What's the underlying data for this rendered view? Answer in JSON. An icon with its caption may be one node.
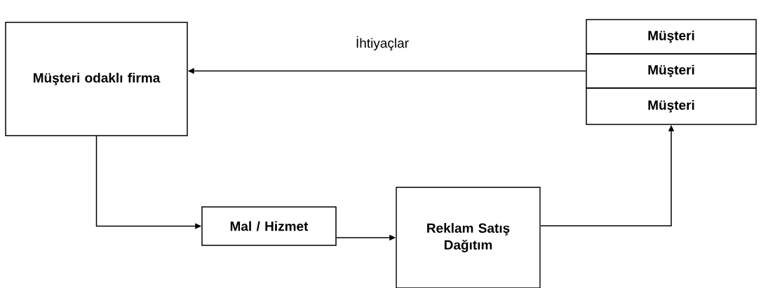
{
  "diagram": {
    "nodes": [
      {
        "text": [
          "Müşteri odaklı firma"
        ]
      },
      {
        "text": [
          "Müşteri"
        ]
      },
      {
        "text": [
          "Müşteri"
        ]
      },
      {
        "text": [
          "Müşteri"
        ]
      },
      {
        "text": [
          "Mal / Hizmet"
        ]
      },
      {
        "text": [
          "Reklam Satış Dağıtım"
        ]
      }
    ],
    "edges": [
      {
        "from": 2,
        "to": 0,
        "arrow": "to",
        "label": "İhtiyaçlar"
      },
      {
        "from": 0,
        "to": 4,
        "arrow": "to"
      },
      {
        "from": 4,
        "to": 5,
        "arrow": "to"
      },
      {
        "from": 5,
        "to": 3,
        "arrow": "to"
      }
    ]
  }
}
